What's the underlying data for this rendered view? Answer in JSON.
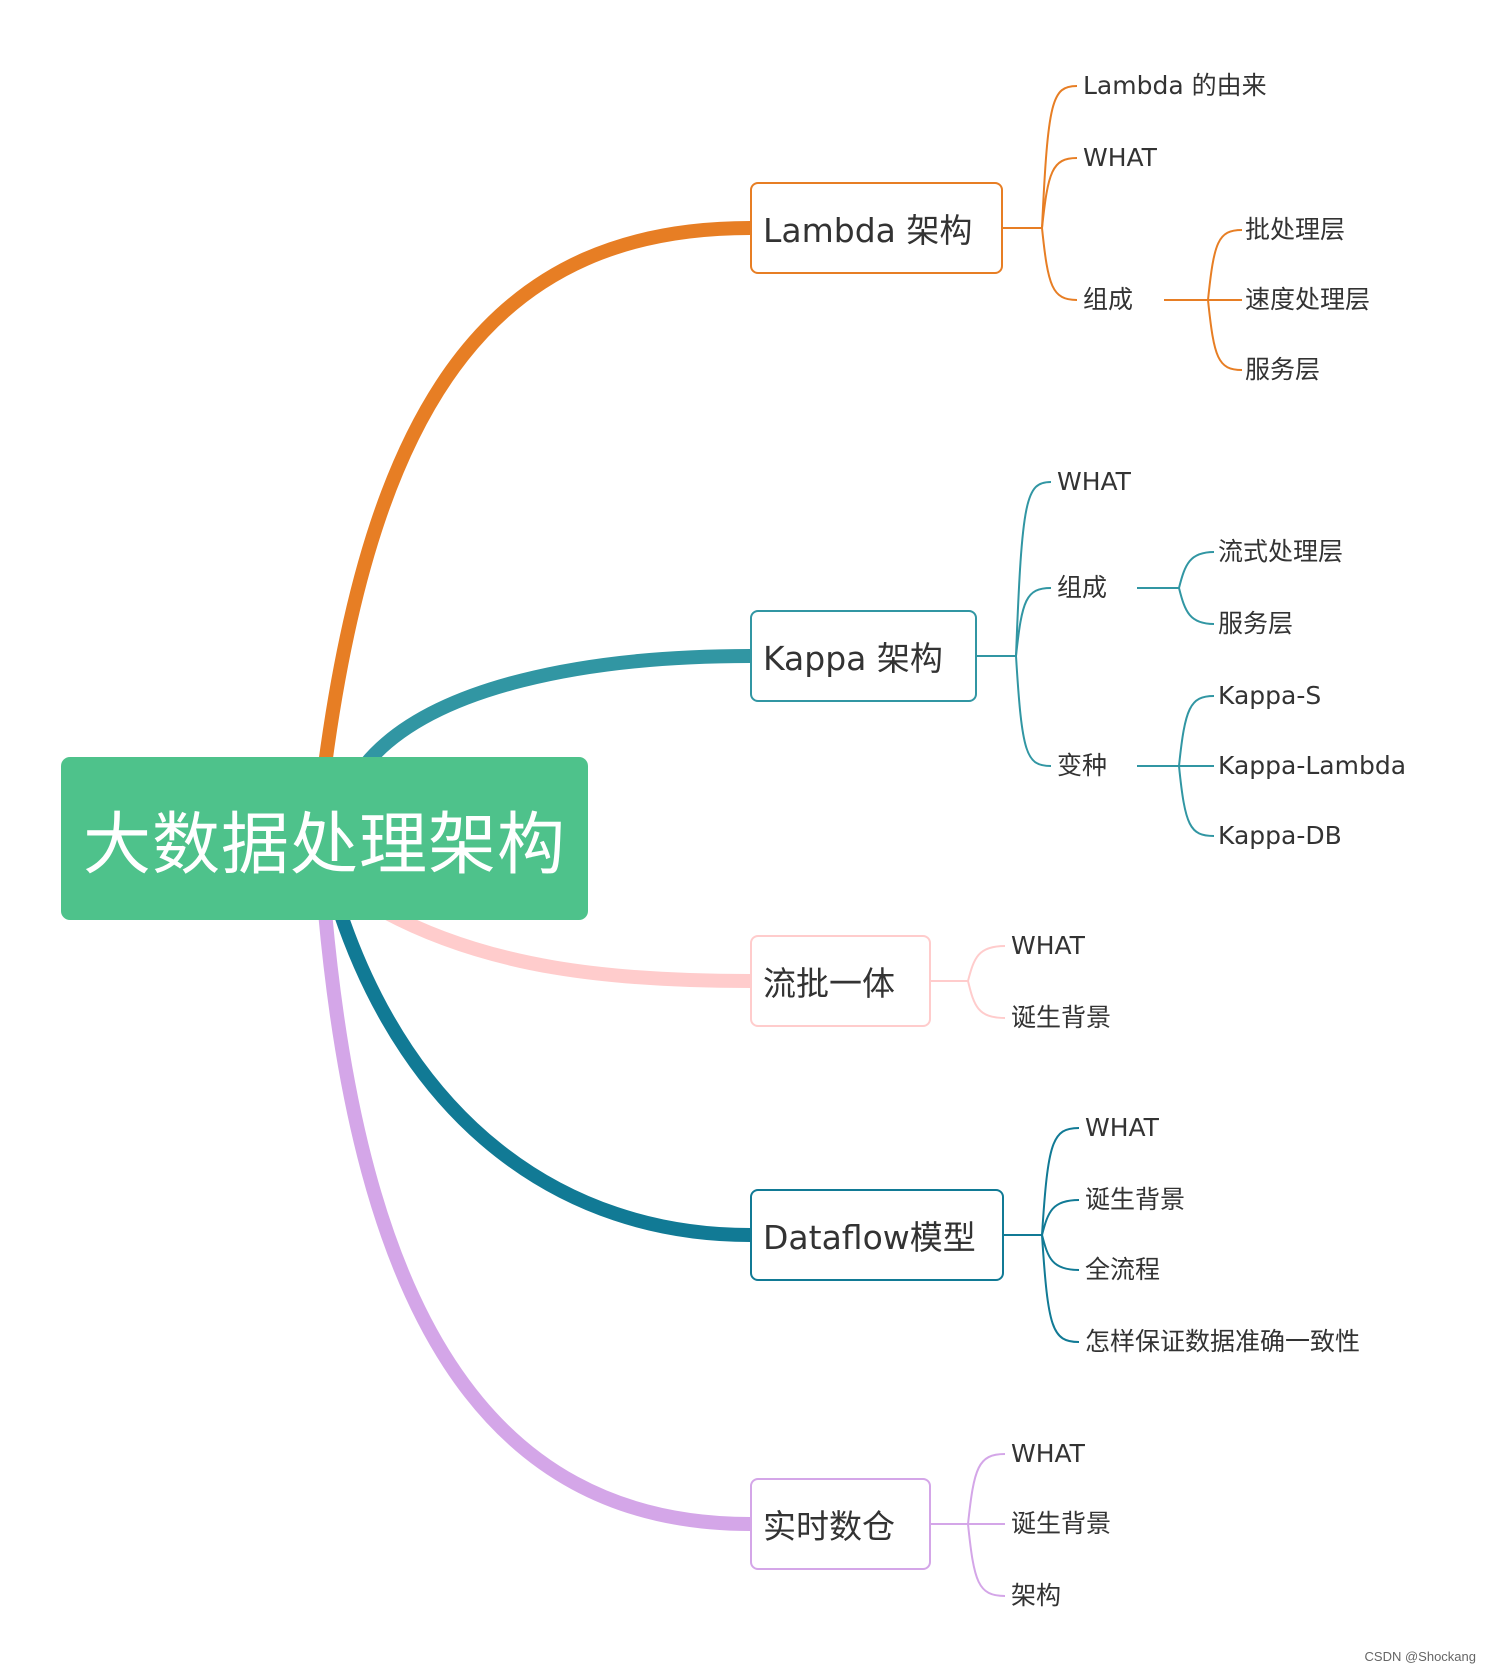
{
  "root": {
    "label": "大数据处理架构"
  },
  "branches": [
    {
      "label": "Lambda 架构",
      "color": "#e77e24",
      "children": [
        "Lambda 的由来",
        "WHAT",
        "组成"
      ],
      "sub": [
        "批处理层",
        "速度处理层",
        "服务层"
      ]
    },
    {
      "label": "Kappa 架构",
      "color": "#3196a3",
      "children": [
        "WHAT",
        "组成",
        "变种"
      ],
      "sub_composition": [
        "流式处理层",
        "服务层"
      ],
      "sub_variants": [
        "Kappa-S",
        "Kappa-Lambda",
        "Kappa-DB"
      ]
    },
    {
      "label": "流批一体",
      "color": "#ffcccc",
      "children": [
        "WHAT",
        "诞生背景"
      ]
    },
    {
      "label": "Dataflow模型",
      "color": "#117a95",
      "children": [
        "WHAT",
        "诞生背景",
        "全流程",
        "怎样保证数据准确一致性"
      ]
    },
    {
      "label": "实时数仓",
      "color": "#d4a6e8",
      "children": [
        "WHAT",
        "诞生背景",
        "架构"
      ]
    }
  ],
  "footer": "CSDN @Shockang"
}
